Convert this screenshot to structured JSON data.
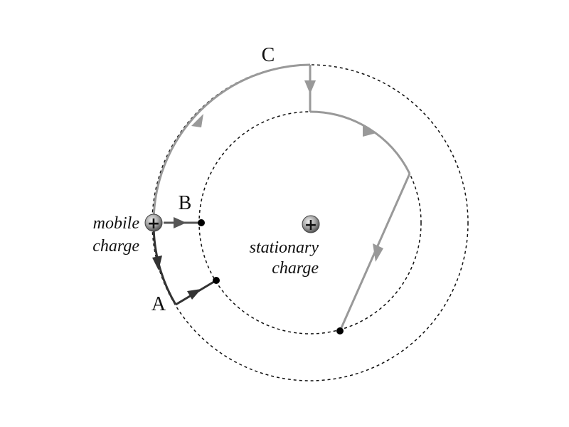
{
  "labels": {
    "point_a": "A",
    "point_b": "B",
    "point_c": "C",
    "mobile_line1": "mobile",
    "mobile_line2": "charge",
    "stationary_line1": "stationary",
    "stationary_line2": "charge",
    "charge_sign": "+"
  },
  "colors": {
    "background": "#ffffff",
    "dashed_circle": "#111111",
    "path_dark": "#333333",
    "path_gray": "#999999",
    "endpoint_dot": "#000000",
    "charge_fill_light": "#e6e6e6",
    "charge_fill_dark": "#6a6a6a"
  }
}
